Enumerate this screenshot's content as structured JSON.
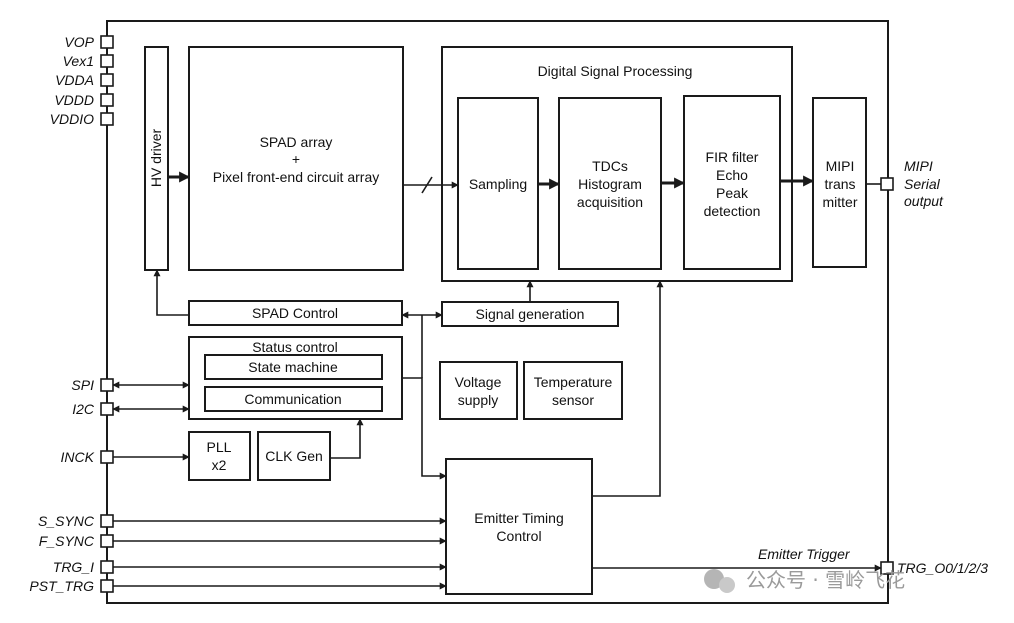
{
  "pins_left": {
    "vop": "VOP",
    "vex1": "Vex1",
    "vdda": "VDDA",
    "vddd": "VDDD",
    "vddio": "VDDIO",
    "spi": "SPI",
    "i2c": "I2C",
    "inck": "INCK",
    "s_sync": "S_SYNC",
    "f_sync": "F_SYNC",
    "trg_i": "TRG_I",
    "pst_trg": "PST_TRG"
  },
  "pins_right": {
    "mipi_1": "MIPI",
    "mipi_2": "Serial",
    "mipi_3": "output",
    "emitter_trigger": "Emitter Trigger",
    "trg_o": "TRG_O0/1/2/3"
  },
  "blocks": {
    "hv_driver": "HV driver",
    "spad_array_1": "SPAD array",
    "spad_array_2": "+",
    "spad_array_3": "Pixel front-end circuit array",
    "dsp_title": "Digital Signal Processing",
    "sampling": "Sampling",
    "tdc_1": "TDCs",
    "tdc_2": "Histogram",
    "tdc_3": "acquisition",
    "fir_1": "FIR filter",
    "fir_2": "Echo",
    "fir_3": "Peak",
    "fir_4": "detection",
    "mipi_tx_1": "MIPI",
    "mipi_tx_2": "trans",
    "mipi_tx_3": "mitter",
    "spad_control": "SPAD Control",
    "signal_generation": "Signal generation",
    "status_control": "Status control",
    "state_machine": "State machine",
    "communication": "Communication",
    "voltage_1": "Voltage",
    "voltage_2": "supply",
    "temp_1": "Temperature",
    "temp_2": "sensor",
    "pll_1": "PLL",
    "pll_2": "x2",
    "clk_gen": "CLK Gen",
    "emitter_1": "Emitter Timing",
    "emitter_2": "Control"
  },
  "watermark": "公众号 · 雪岭飞花"
}
